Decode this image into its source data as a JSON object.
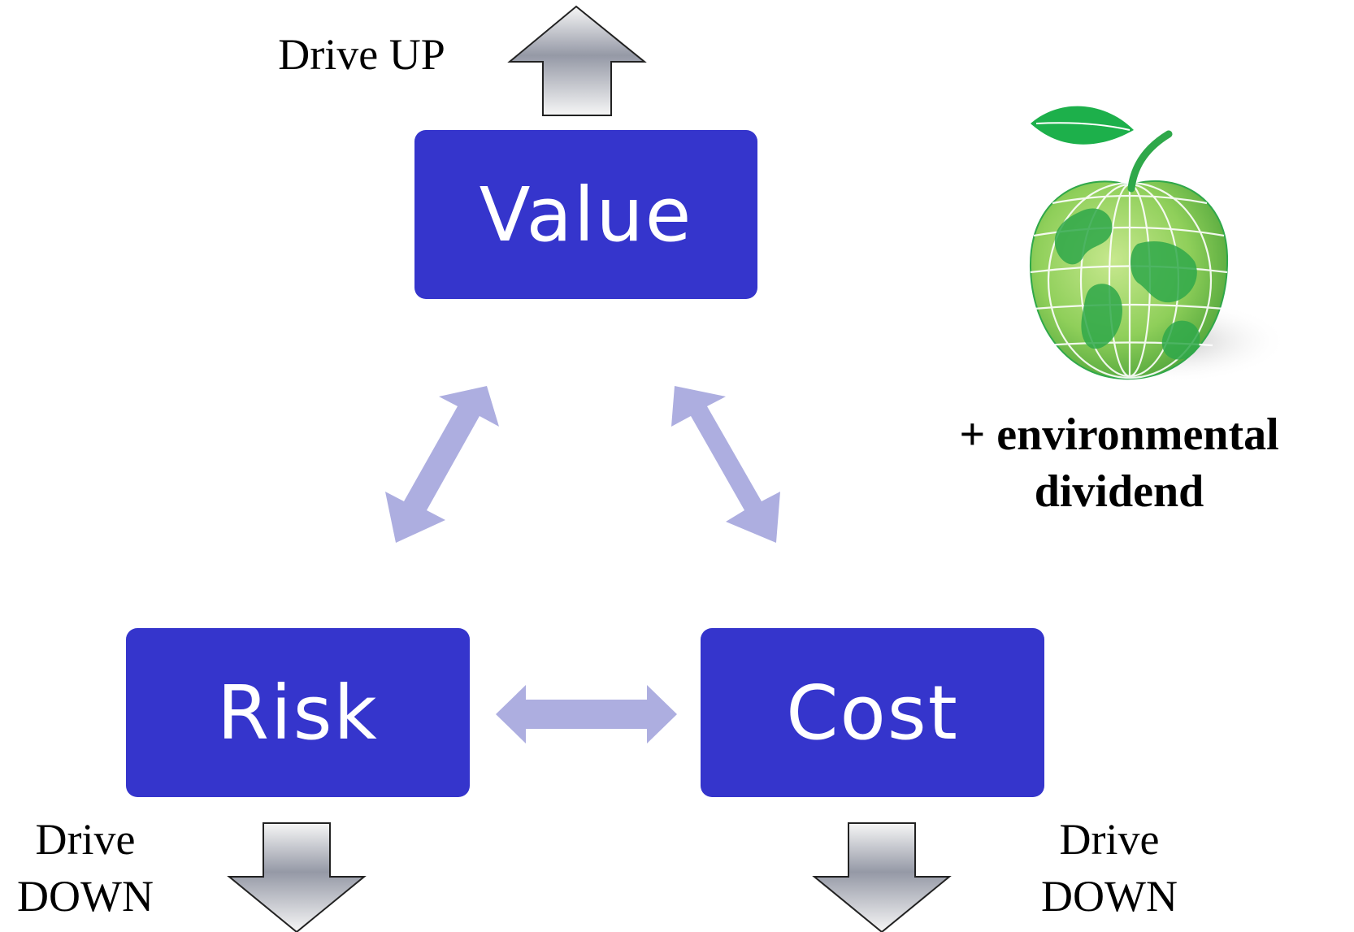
{
  "nodes": {
    "value": "Value",
    "risk": "Risk",
    "cost": "Cost"
  },
  "drive": {
    "up": "Drive UP",
    "down_left_line1": "Drive",
    "down_left_line2": "DOWN",
    "down_right_line1": "Drive",
    "down_right_line2": "DOWN"
  },
  "panel": {
    "text_line1": "+ environmental",
    "text_line2": "dividend",
    "icon": "green-apple-globe-icon"
  },
  "colors": {
    "node_fill": "#3535cc",
    "node_text": "#ffffff",
    "connector": "#adaee0",
    "panel_border": "#1db04b",
    "apple_green": "#8fcf5a",
    "apple_dark": "#2fa84a"
  }
}
